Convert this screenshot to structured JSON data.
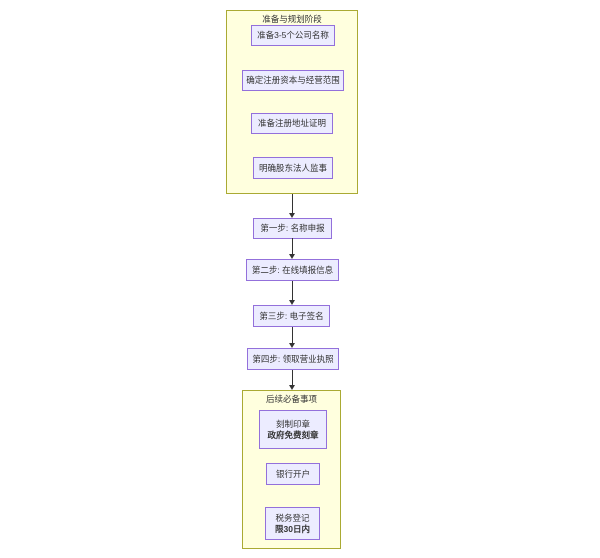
{
  "colors": {
    "node_fill": "#ECECFF",
    "node_border": "#9370DB",
    "cluster_fill": "#FFFFDE",
    "cluster_border": "#AAAA33",
    "edge": "#333333",
    "text": "#333333",
    "background": "#FFFFFF"
  },
  "cluster_top": {
    "title": "准备与规划阶段",
    "nodes": [
      {
        "label": "准备3-5个公司名称"
      },
      {
        "label": "确定注册资本与经营范围"
      },
      {
        "label": "准备注册地址证明"
      },
      {
        "label": "明确股东法人监事"
      }
    ]
  },
  "steps": [
    {
      "label": "第一步: 名称申报"
    },
    {
      "label": "第二步: 在线填报信息"
    },
    {
      "label": "第三步: 电子签名"
    },
    {
      "label": "第四步: 领取营业执照"
    }
  ],
  "cluster_bottom": {
    "title": "后续必备事项",
    "nodes": [
      {
        "line1": "刻制印章",
        "line2": "政府免费刻章"
      },
      {
        "line1": "银行开户"
      },
      {
        "line1": "税务登记",
        "line2": "限30日内"
      }
    ]
  }
}
